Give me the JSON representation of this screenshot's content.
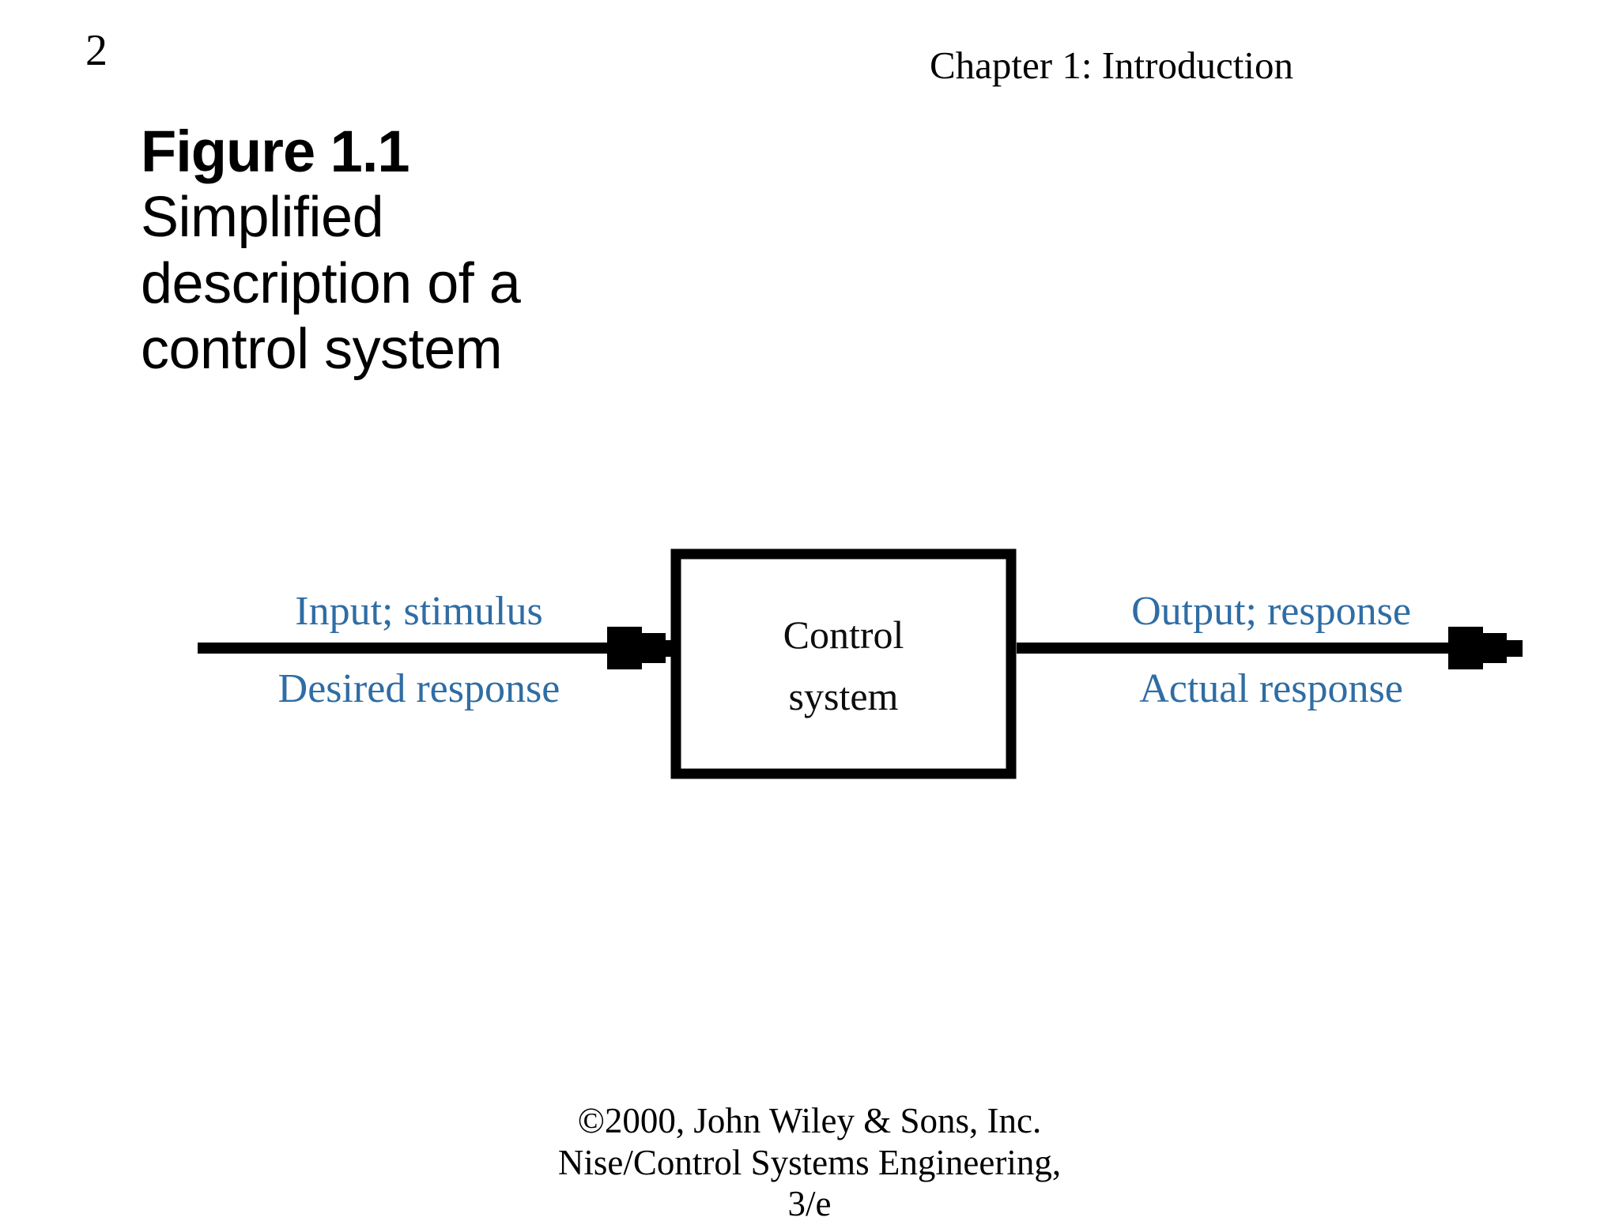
{
  "page": {
    "number": "2",
    "background_color": "#ffffff"
  },
  "header": {
    "chapter": "Chapter 1: Introduction"
  },
  "figure": {
    "label": "Figure 1.1",
    "caption_lines": [
      "Simplified",
      "description of a",
      "control system"
    ],
    "caption_full": "Simplified description of a control system"
  },
  "diagram": {
    "type": "block-diagram",
    "accent_color": "#2f6da4",
    "line_color": "#000000",
    "block": {
      "label_line1": "Control",
      "label_line2": "system",
      "label_full": "Control system"
    },
    "input": {
      "label_top": "Input; stimulus",
      "label_bottom": "Desired response"
    },
    "output": {
      "label_top": "Output; response",
      "label_bottom": "Actual response"
    }
  },
  "footer": {
    "line1": "©2000, John Wiley & Sons, Inc.",
    "line2": "Nise/Control Systems Engineering,",
    "line3": "3/e"
  }
}
